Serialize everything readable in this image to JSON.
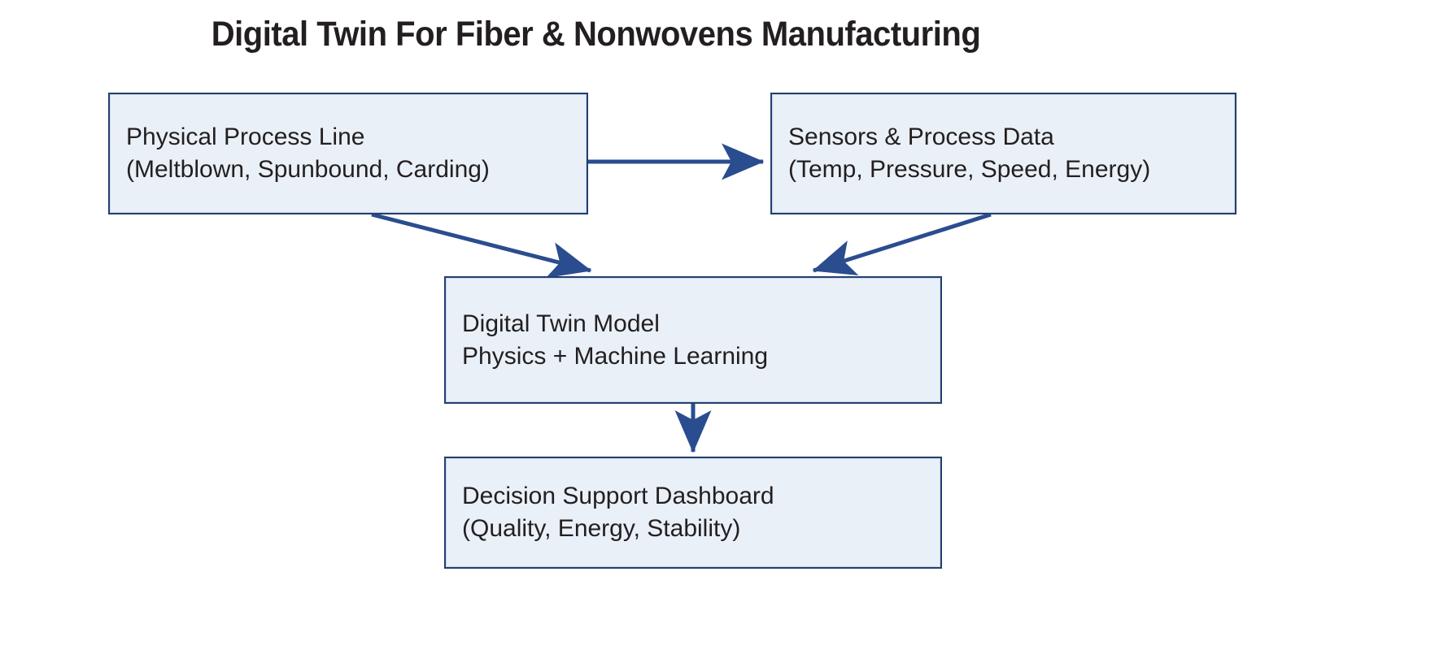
{
  "title": "Digital Twin For Fiber & Nonwovens Manufacturing",
  "colors": {
    "node_fill": "#eaf0f8",
    "node_border": "#23406e",
    "arrow": "#2a4d8f",
    "arrow_dark": "#1f3864",
    "text": "#231f20",
    "background": "#ffffff"
  },
  "nodes": [
    {
      "id": "physical-process-line",
      "line1": "Physical Process Line",
      "line2": "(Meltblown, Spunbound, Carding)"
    },
    {
      "id": "sensors-process-data",
      "line1": "Sensors & Process Data",
      "line2": "(Temp, Pressure, Speed, Energy)"
    },
    {
      "id": "digital-twin-model",
      "line1": "Digital Twin Model",
      "line2": "Physics + Machine Learning"
    },
    {
      "id": "decision-support-dashboard",
      "line1": "Decision Support Dashboard",
      "line2": "(Quality, Energy, Stability)"
    }
  ],
  "edges": [
    {
      "id": "edge-physical-to-sensors",
      "from": "physical-process-line",
      "to": "sensors-process-data",
      "style": "horizontal-arrow"
    },
    {
      "id": "edge-physical-to-twin",
      "from": "physical-process-line",
      "to": "digital-twin-model",
      "style": "diagonal-arrow"
    },
    {
      "id": "edge-sensors-to-twin",
      "from": "sensors-process-data",
      "to": "digital-twin-model",
      "style": "diagonal-arrow"
    },
    {
      "id": "edge-twin-to-dashboard",
      "from": "digital-twin-model",
      "to": "decision-support-dashboard",
      "style": "vertical-arrow"
    }
  ]
}
